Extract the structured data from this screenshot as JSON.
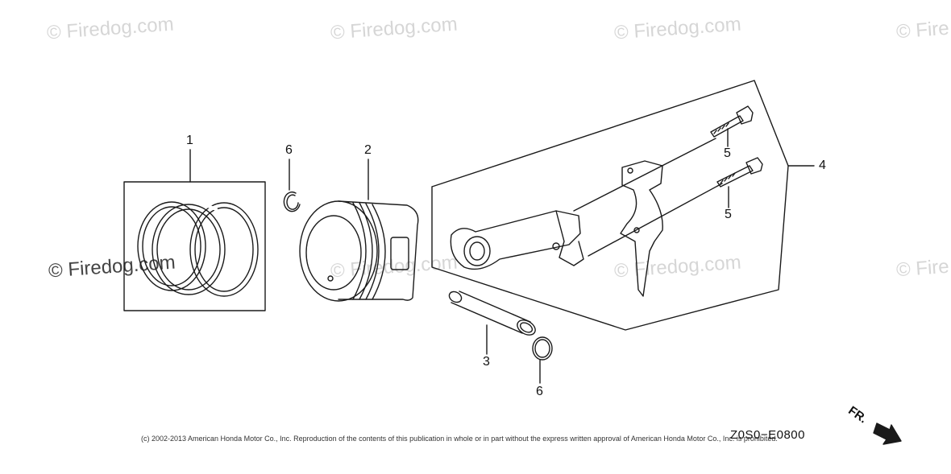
{
  "watermarks": [
    "© Firedog.com",
    "© Firedog.com",
    "© Firedog.com",
    "© Fire",
    "© Firedog.com",
    "© Firedog.com",
    "© Firedog.com",
    "© Fire"
  ],
  "callouts": {
    "piston_rings": "1",
    "piston": "2",
    "piston_pin": "3",
    "connecting_rod": "4",
    "bolt_upper": "5",
    "bolt_lower": "5",
    "clip_upper": "6",
    "clip_lower": "6"
  },
  "diagram_code": "Z0S0−E0800",
  "direction_label": "FR.",
  "copyright": "(c) 2002-2013 American Honda Motor Co., Inc. Reproduction of the contents of this publication in whole or in part without the express written approval of American Honda Motor Co., Inc. is prohibited.",
  "colors": {
    "line": "#1a1a1a",
    "watermark": "#d6d6d6",
    "background": "#ffffff"
  }
}
